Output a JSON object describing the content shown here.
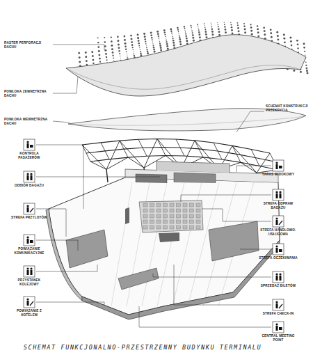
{
  "diagram": {
    "title": "SCHEMAT FUNKCJONALNO-PRZESTRZENNY BUDYNKU TERMINALU",
    "labels": [
      "RASTER PERFORACJI DACHU",
      "POWŁOKA ZEWNĘTRZNA DACHU",
      "POWŁOKA WEWNĘTRZNA DACHU",
      "SCHEMAT KONSTRUKCJI PRZEKRYCIA",
      "KONTROLA PASAŻERÓW",
      "ODBIÓR BAGAŻU",
      "STREFA PRZYLOTÓW",
      "POWIĄZANIE KOMUNIKACYJNE",
      "PRZYSTANEK KOLEJOWY",
      "POWIĄZANIE Z HOTELEM",
      "TARAS WIDOKOWY",
      "STREFA ODPRAW BAGAŻU",
      "STREFA HANDLOWO-USŁUGOWA",
      "STREFA OCZEKIWANIA",
      "SPRZEDAŻ BILETÓW",
      "STREFA CHECK-IN",
      "CENTRAL MEETING POINT"
    ]
  }
}
